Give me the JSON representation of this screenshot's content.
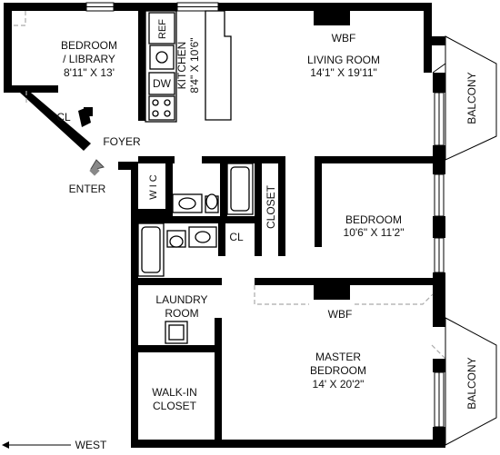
{
  "rooms": {
    "bedroom_library": {
      "name_line1": "BEDROOM",
      "name_line2": "/ LIBRARY",
      "dims": "8'11\" X 13'"
    },
    "kitchen": {
      "name": "KITCHEN",
      "dims": "8'4\" X 10'6\""
    },
    "living_room": {
      "name": "LIVING ROOM",
      "dims": "14'1\" X 19'11\""
    },
    "bedroom": {
      "name": "BEDROOM",
      "dims": "10'6\" X 11'2\""
    },
    "laundry": {
      "name_line1": "LAUNDRY",
      "name_line2": "ROOM"
    },
    "walk_in_closet": {
      "name_line1": "WALK-IN",
      "name_line2": "CLOSET"
    },
    "master_bedroom": {
      "name_line1": "MASTER",
      "name_line2": "BEDROOM",
      "dims": "14' X 20'2\""
    }
  },
  "labels": {
    "ref": "REF",
    "dw": "DW",
    "wbf_top": "WBF",
    "wbf_bottom": "WBF",
    "cl_top": "CL",
    "cl_bath": "CL",
    "foyer": "FOYER",
    "enter": "ENTER",
    "wic": "W I C",
    "closet": "CLOSET",
    "balcony_top": "BALCONY",
    "balcony_bottom": "BALCONY",
    "west": "WEST"
  },
  "colors": {
    "wall": "#000000",
    "background": "#ffffff",
    "dashed": "#aaaaaa"
  }
}
